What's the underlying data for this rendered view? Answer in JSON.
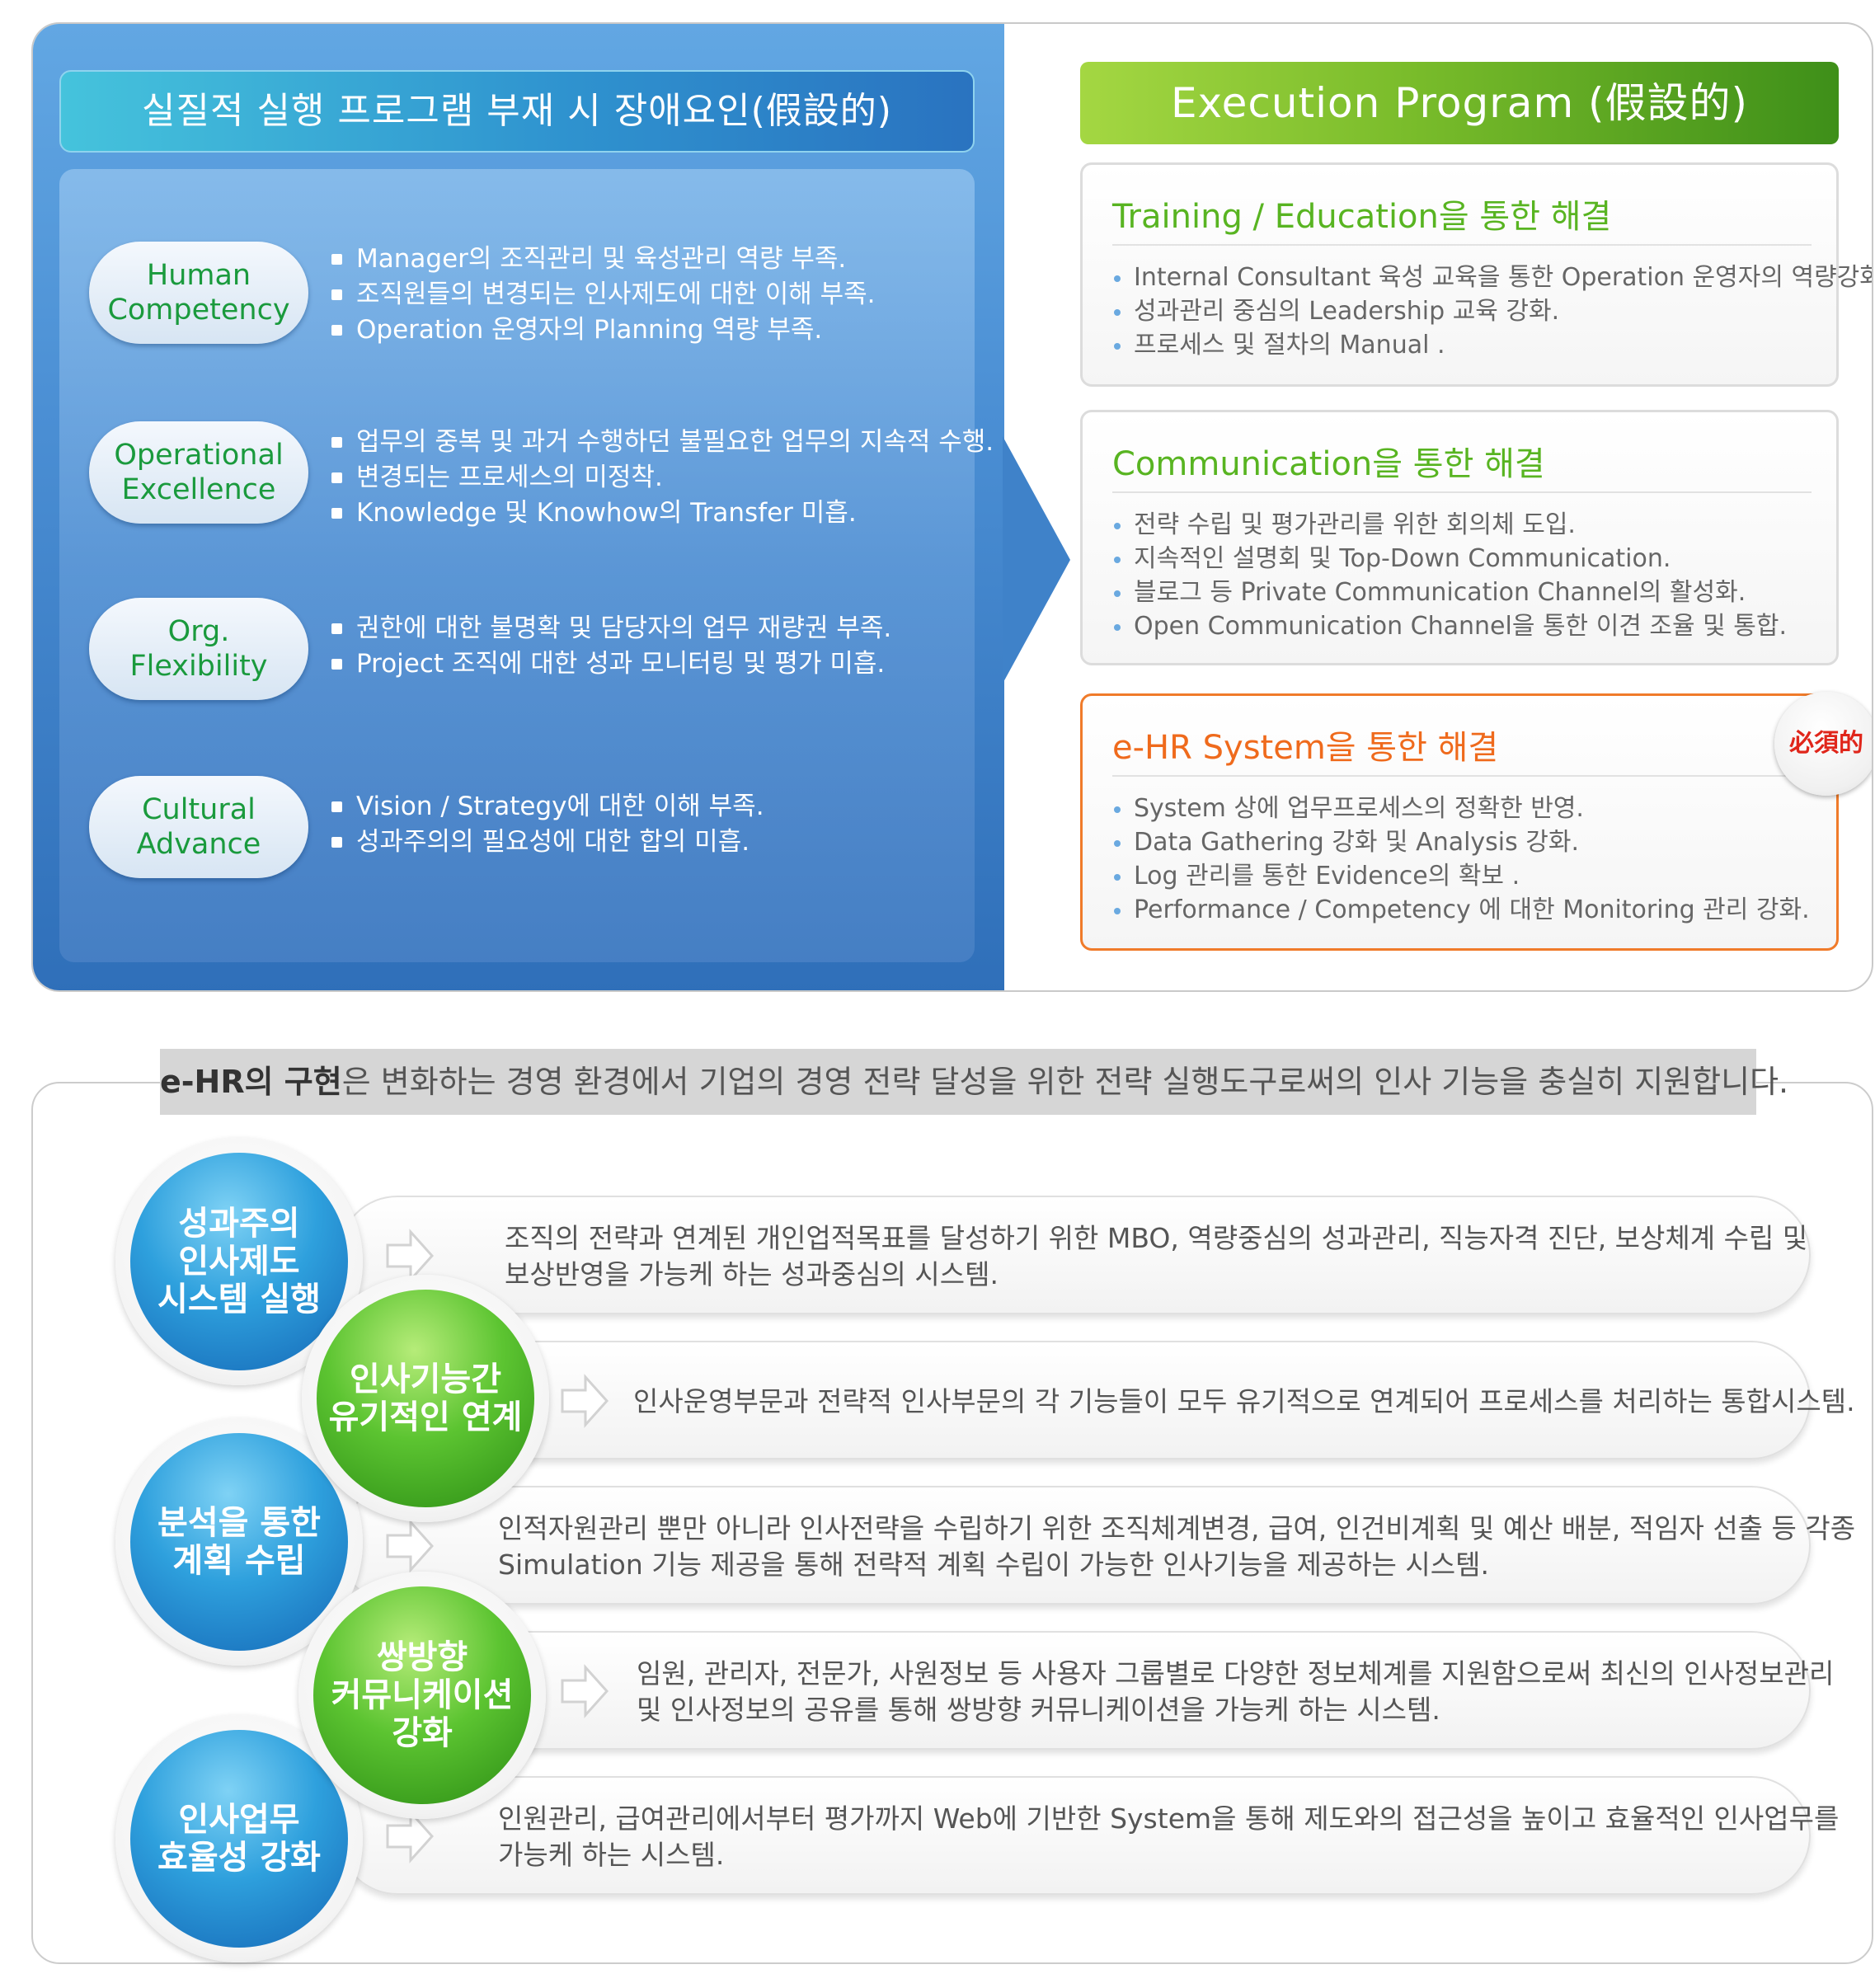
{
  "left_panel": {
    "title": "실질적 실행 프로그램 부재 시 장애요인(假設的)",
    "obstacles": [
      {
        "label_line1": "Human",
        "label_line2": "Competency",
        "items": [
          "Manager의 조직관리 및 육성관리 역량 부족.",
          "조직원들의 변경되는 인사제도에 대한 이해 부족.",
          "Operation 운영자의 Planning 역량 부족."
        ]
      },
      {
        "label_line1": "Operational",
        "label_line2": "Excellence",
        "items": [
          "업무의 중복 및 과거 수행하던 불필요한 업무의 지속적 수행.",
          "변경되는 프로세스의 미정착.",
          "Knowledge 및 Knowhow의 Transfer 미흡."
        ]
      },
      {
        "label_line1": "Org.",
        "label_line2": "Flexibility",
        "items": [
          "권한에 대한 불명확 및 담당자의 업무 재량권 부족.",
          "Project 조직에 대한 성과 모니터링 및 평가 미흡."
        ]
      },
      {
        "label_line1": "Cultural",
        "label_line2": "Advance",
        "items": [
          "Vision / Strategy에 대한 이해 부족.",
          "성과주의의 필요성에 대한 합의 미흡."
        ]
      }
    ]
  },
  "right_panel": {
    "title": "Execution Program (假設的)",
    "solutions": [
      {
        "title": "Training / Education을 통한 해결",
        "items": [
          "Internal Consultant 육성 교육을 통한 Operation 운영자의 역량강화.",
          "성과관리 중심의 Leadership 교육 강화.",
          "프로세스 및 절차의 Manual ."
        ]
      },
      {
        "title": "Communication을 통한 해결",
        "items": [
          "전략 수립 및 평가관리를 위한 회의체 도입.",
          "지속적인 설명회 및 Top-Down Communication.",
          "블로그 등 Private Communication Channel의 활성화.",
          "Open Communication Channel을 통한 이견 조율 및 통합."
        ]
      },
      {
        "title": "e-HR System을 통한 해결",
        "items": [
          "System 상에 업무프로세스의 정확한 반영.",
          "Data Gathering 강화 및 Analysis 강화.",
          "Log 관리를 통한 Evidence의 확보 .",
          "Performance / Competency 에 대한 Monitoring 관리 강화."
        ]
      }
    ],
    "required_badge": "必須的"
  },
  "summary": {
    "bold": "e-HR의 구현",
    "rest": "은 변화하는 경영 환경에서 기업의 경영 전략 달성을 위한 전략 실행도구로써의 인사 기능을 충실히 지원합니다."
  },
  "features": [
    {
      "circle_lines": [
        "성과주의",
        "인사제도",
        "시스템 실행"
      ],
      "color": "#1f86cf",
      "text_lines": [
        "조직의 전략과 연계된 개인업적목표를 달성하기 위한 MBO, 역량중심의 성과관리, 직능자격 진단, 보상체계 수립 및",
        "보상반영을 가능케 하는 성과중심의 시스템."
      ]
    },
    {
      "circle_lines": [
        "인사기능간",
        "유기적인 연계"
      ],
      "color": "#4cb82a",
      "text_lines": [
        "인사운영부문과 전략적 인사부문의 각 기능들이 모두 유기적으로 연계되어 프로세스를 처리하는 통합시스템."
      ]
    },
    {
      "circle_lines": [
        "분석을 통한",
        "계획 수립"
      ],
      "color": "#1f86cf",
      "text_lines": [
        "인적자원관리 뿐만 아니라 인사전략을 수립하기 위한 조직체계변경, 급여, 인건비계획 및 예산 배분, 적임자 선출 등 각종",
        "Simulation 기능 제공을 통해 전략적 계획 수립이 가능한 인사기능을 제공하는 시스템."
      ]
    },
    {
      "circle_lines": [
        "쌍방향",
        "커뮤니케이션",
        "강화"
      ],
      "color": "#4cb82a",
      "text_lines": [
        "임원, 관리자, 전문가, 사원정보 등 사용자 그룹별로 다양한 정보체계를 지원함으로써 최신의 인사정보관리",
        "및 인사정보의 공유를 통해 쌍방향 커뮤니케이션을 가능케 하는 시스템."
      ]
    },
    {
      "circle_lines": [
        "인사업무",
        "효율성 강화"
      ],
      "color": "#1f86cf",
      "text_lines": [
        "인원관리, 급여관리에서부터 평가까지 Web에 기반한 System을 통해 제도와의 접근성을 높이고 효율적인 인사업무를",
        "가능케 하는 시스템."
      ]
    }
  ]
}
